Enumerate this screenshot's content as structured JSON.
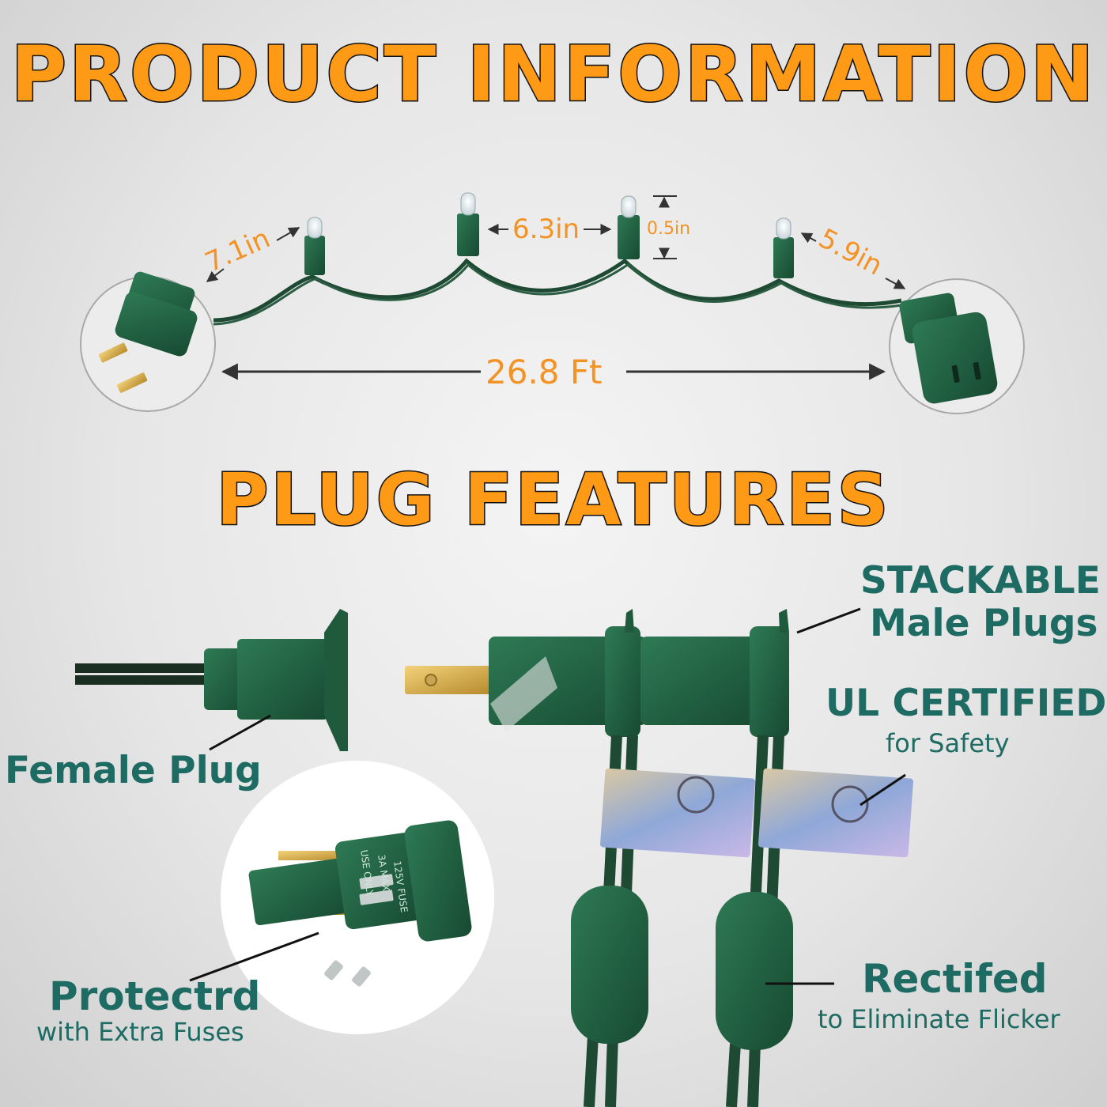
{
  "titles": {
    "product_information": "PRODUCT INFORMATION",
    "plug_features": "PLUG FEATURES"
  },
  "dimensions": {
    "spacing_left": "7.1in",
    "spacing_middle": "6.3in",
    "bulb_height": "0.5in",
    "spacing_right": "5.9in",
    "total_length": "26.8 Ft"
  },
  "features": {
    "female_plug": "Female Plug",
    "stackable_title": "STACKABLE",
    "stackable_sub": "Male Plugs",
    "ul_title": "UL CERTIFIED",
    "ul_sub": "for Safety",
    "protected_title": "Protectrd",
    "protected_sub": "with Extra Fuses",
    "rectified_title": "Rectifed",
    "rectified_sub": "to Eliminate Flicker"
  },
  "fuse_plug_print": {
    "line1": "USE ONLY",
    "line2": "3A MAX",
    "line3": "125V FUSE"
  },
  "colors": {
    "heading_fill": "#ff9a16",
    "dimension_text": "#f39325",
    "feature_text": "#1d6b63",
    "plug_green": "#1f5a3c",
    "wire_green": "#1e4a33"
  }
}
